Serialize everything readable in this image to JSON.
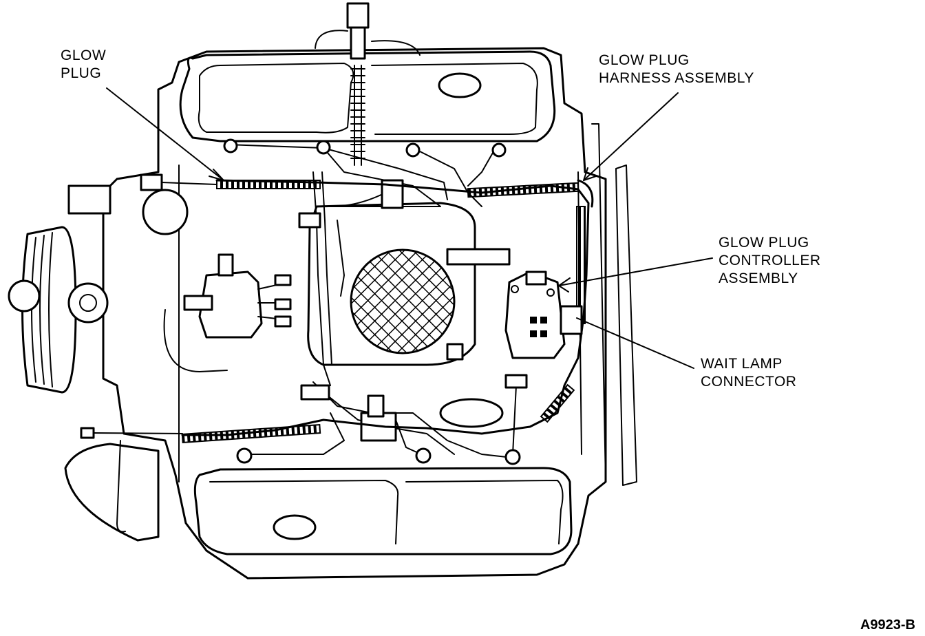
{
  "labels": {
    "glow_plug": [
      "GLOW",
      "PLUG"
    ],
    "harness": [
      "GLOW PLUG",
      "HARNESS ASSEMBLY"
    ],
    "controller": [
      "GLOW PLUG",
      "CONTROLLER",
      "ASSEMBLY"
    ],
    "wait_lamp": [
      "WAIT LAMP",
      "CONNECTOR"
    ]
  },
  "figure_id": "A9923-B",
  "colors": {
    "ink": "#000000",
    "paper": "#ffffff"
  }
}
